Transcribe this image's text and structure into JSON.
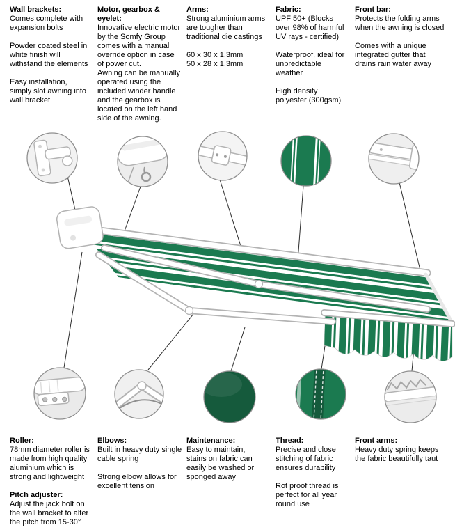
{
  "colors": {
    "fabric_green": "#1b7a50",
    "fabric_dark_green": "#155a3c",
    "frame_gray": "#b3b3b3",
    "leader_line": "#2b2b2b"
  },
  "top_features": [
    {
      "heading": "Wall brackets:",
      "p1": "Comes complete with expansion bolts",
      "p2": "Powder coated steel in white finish will withstand the elements",
      "p3": "Easy installation, simply slot awning into wall bracket"
    },
    {
      "heading": "Motor, gearbox & eyelet:",
      "p1": "Innovative electric motor by the Somfy Group comes with a manual override option in case of power cut.",
      "p2": "Awning can be manually operated using the included winder handle and the gearbox is located on the left hand side of the awning."
    },
    {
      "heading": "Arms:",
      "p1": "Strong aluminium arms are tougher than traditional die castings",
      "p2": "60 x 30 x 1.3mm",
      "p3": "50 x 28 x 1.3mm"
    },
    {
      "heading": "Fabric:",
      "p1": "UPF 50+ (Blocks over 98% of harmful UV rays - certified)",
      "p2": "Waterproof, ideal for unpredictable weather",
      "p3": "High density polyester (300gsm)"
    },
    {
      "heading": "Front bar:",
      "p1": "Protects the folding arms when the awning is closed",
      "p2": "Comes with a unique integrated gutter that drains rain water away"
    }
  ],
  "bottom_features": [
    {
      "heading": "Roller:",
      "p1": "78mm diameter roller is made from high quality aluminium which is strong and lightweight",
      "heading2": "Pitch adjuster:",
      "p2": "Adjust the jack bolt on the wall bracket to alter the pitch from 15-30°"
    },
    {
      "heading": "Elbows:",
      "p1": "Built in heavy duty single cable spring",
      "p2": "Strong elbow allows for excellent tension"
    },
    {
      "heading": "Maintenance:",
      "p1": "Easy to maintain, stains on fabric can easily be washed or sponged away"
    },
    {
      "heading": "Thread:",
      "p1": "Precise and close stitching of fabric ensures durability",
      "p2": "Rot proof thread is perfect for all year round use"
    },
    {
      "heading": "Front arms:",
      "p1": "Heavy duty spring keeps the fabric beautifully taut"
    }
  ]
}
